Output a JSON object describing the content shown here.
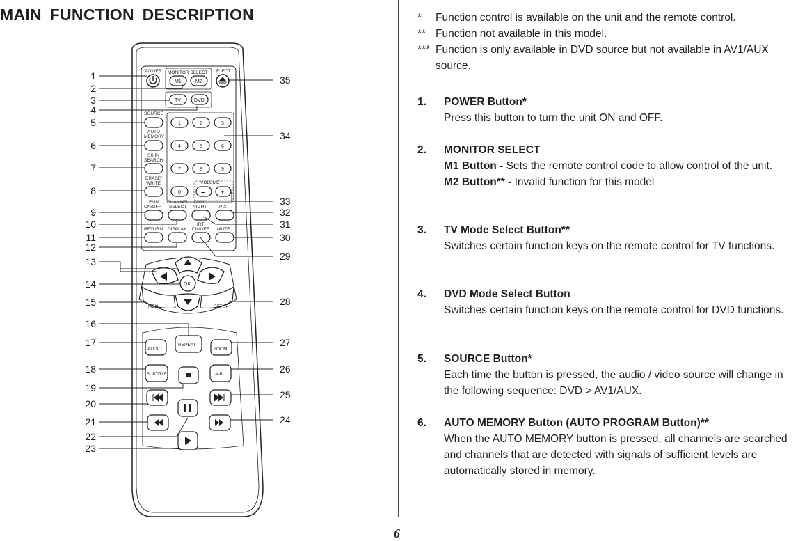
{
  "title": "MAIN FUNCTION DESCRIPTION",
  "page_number": "6",
  "notes": [
    {
      "mark": "*",
      "text": "Function control is available on the unit and the remote control."
    },
    {
      "mark": "**",
      "text": "Function not available in this model."
    },
    {
      "mark": "***",
      "text": "Function is only available in DVD source but not available in AV1/AUX source."
    }
  ],
  "sections": [
    {
      "num": "1.",
      "heading": "POWER Button*",
      "body": "Press this button to turn the unit ON and OFF."
    },
    {
      "num": "2.",
      "heading": "MONITOR SELECT",
      "m1_label": "M1 Button -",
      "m1_text": "Sets the remote control code to allow control of the unit.",
      "m2_label": "M2 Button** -",
      "m2_text": "Invalid function for this model"
    },
    {
      "num": "3.",
      "heading": "TV Mode Select Button**",
      "body": "Switches certain function keys on the remote control for TV functions."
    },
    {
      "num": "4.",
      "heading": "DVD Mode Select Button",
      "body": "Switches certain function keys on the remote control for DVD functions."
    },
    {
      "num": "5.",
      "heading": "SOURCE Button*",
      "body": "Each time the button is pressed, the audio / video source will change in the following sequence: DVD > AV1/AUX."
    },
    {
      "num": "6.",
      "heading": "AUTO MEMORY Button (AUTO PROGRAM Button)**",
      "body": "When the AUTO MEMORY button is pressed, all channels are searched and channels that are detected with signals of sufficient levels are automatically stored in memory."
    }
  ],
  "remote": {
    "labels": {
      "power": "POWER",
      "monitor_select": "MONITOR SELECT",
      "eject": "EJECT",
      "m1": "M1",
      "m2": "M2",
      "tv": "TV",
      "dvd": "DVD",
      "source": "SOURCE",
      "auto": "AUTO",
      "memory": "MEMORY",
      "skip": "SKIP/",
      "search": "SEARCH",
      "erase": "ERASE/",
      "write": "WRITE",
      "volume": "VOLUME",
      "vol_minus": "–",
      "vol_plus": "+",
      "fmm": "FMM",
      "fmm2": "ON/OFF",
      "channel": "CHANNEL",
      "channel2": "SELECT",
      "day": "DAY/",
      "night": "NIGHT",
      "pix": "PIX",
      "return": "RETURN",
      "display": "DISPLAY",
      "irt": "IRT",
      "irt2": "ON/OFF",
      "mute": "MUTE",
      "ok": "OK",
      "menu": "MENU",
      "setup": "SETUP",
      "repeat": "REPEAT",
      "audio": "AUDIO",
      "zoom": "ZOOM",
      "subtitle": "SUBTITLE",
      "ab": "A-B"
    },
    "keypad": [
      "1",
      "2",
      "3",
      "4",
      "5",
      "6",
      "7",
      "8",
      "9",
      "0"
    ],
    "left_callouts": [
      "1",
      "2",
      "3",
      "4",
      "5",
      "6",
      "7",
      "8",
      "9",
      "10",
      "11",
      "12",
      "13",
      "14",
      "15",
      "16",
      "17",
      "18",
      "19",
      "20",
      "21",
      "22",
      "23"
    ],
    "right_callouts": [
      "35",
      "34",
      "33",
      "32",
      "31",
      "30",
      "29",
      "28",
      "27",
      "26",
      "25",
      "24"
    ]
  }
}
